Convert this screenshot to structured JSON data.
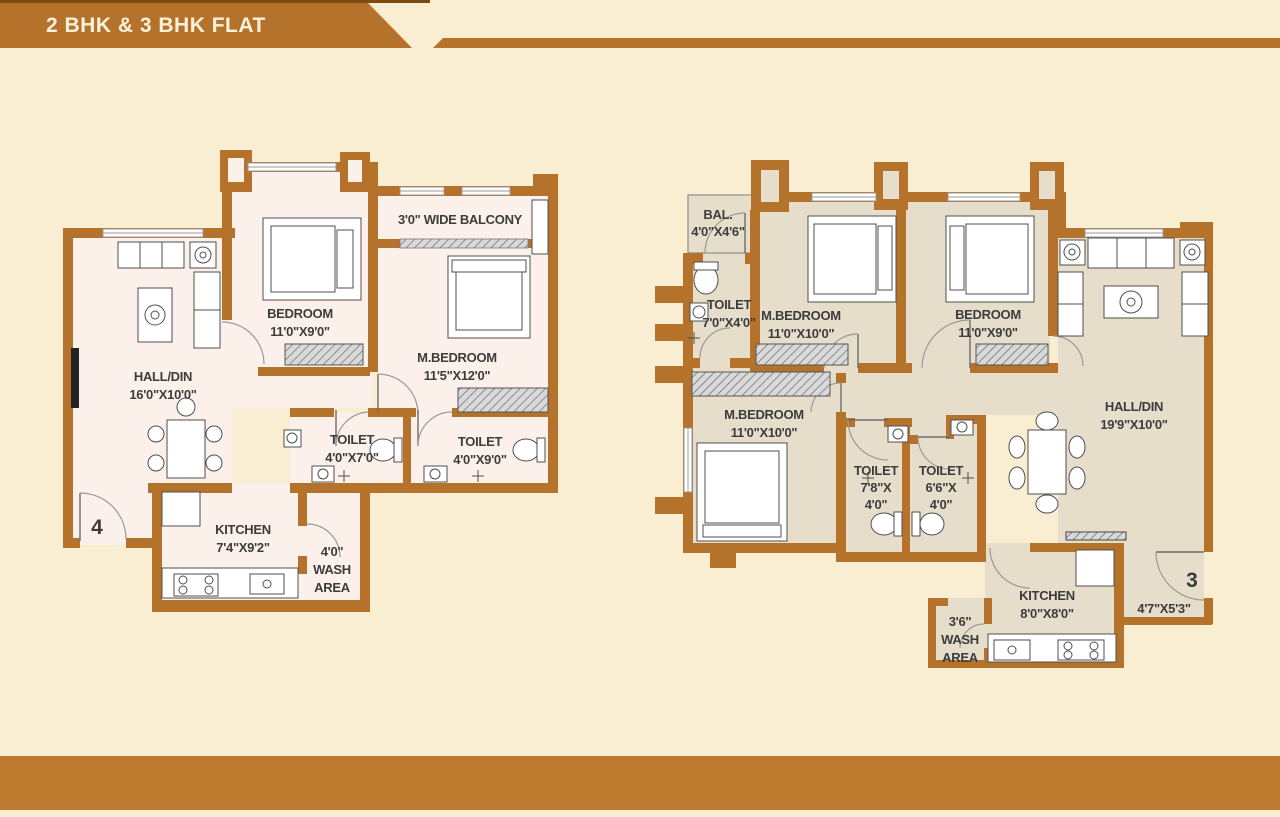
{
  "header": {
    "title": "2 BHK & 3 BHK FLAT"
  },
  "colors": {
    "page_bg": "#f9edd2",
    "band": "#bd7a2e",
    "banner": "#b5722a",
    "banner_text": "#faf2da",
    "wall": "#b5722a",
    "left_floor": "#fcf1ea",
    "right_floor": "#e6decb",
    "text": "#3c3c3c",
    "line": "#4f4f4f",
    "top_line": "#7c4b12"
  },
  "plans": {
    "left": {
      "unit": "4",
      "rooms": {
        "hall": {
          "name": "HALL/DIN",
          "dims": "16'0\"X10'0\""
        },
        "bedroom": {
          "name": "BEDROOM",
          "dims": "11'0\"X9'0\""
        },
        "balcony": {
          "name": "3'0\" WIDE BALCONY"
        },
        "master": {
          "name": "M.BEDROOM",
          "dims": "11'5\"X12'0\""
        },
        "toilet1": {
          "name": "TOILET",
          "dims": "4'0\"X7'0\""
        },
        "toilet2": {
          "name": "TOILET",
          "dims": "4'0\"X9'0\""
        },
        "kitchen": {
          "name": "KITCHEN",
          "dims": "7'4\"X9'2\""
        },
        "wash": {
          "dims": "4'0\"",
          "line1": "WASH",
          "line2": "AREA"
        }
      }
    },
    "right": {
      "unit": "3",
      "entry_dims": "4'7\"X5'3\"",
      "rooms": {
        "balcony": {
          "name": "BAL.",
          "dims": "4'0\"X4'6\""
        },
        "toilet_top": {
          "name": "TOILET",
          "dims": "7'0\"X4'0\""
        },
        "master_top": {
          "name": "M.BEDROOM",
          "dims": "11'0\"X10'0\""
        },
        "bedroom": {
          "name": "BEDROOM",
          "dims": "11'0\"X9'0\""
        },
        "hall": {
          "name": "HALL/DIN",
          "dims": "19'9\"X10'0\""
        },
        "master_bottom": {
          "name": "M.BEDROOM",
          "dims": "11'0\"X10'0\""
        },
        "toilet1": {
          "name": "TOILET",
          "dims_a": "7'8\"X",
          "dims_b": "4'0\""
        },
        "toilet2": {
          "name": "TOILET",
          "dims_a": "6'6\"X",
          "dims_b": "4'0\""
        },
        "kitchen": {
          "name": "KITCHEN",
          "dims": "8'0\"X8'0\""
        },
        "wash": {
          "dims": "3'6\"",
          "line1": "WASH",
          "line2": "AREA"
        }
      }
    }
  }
}
